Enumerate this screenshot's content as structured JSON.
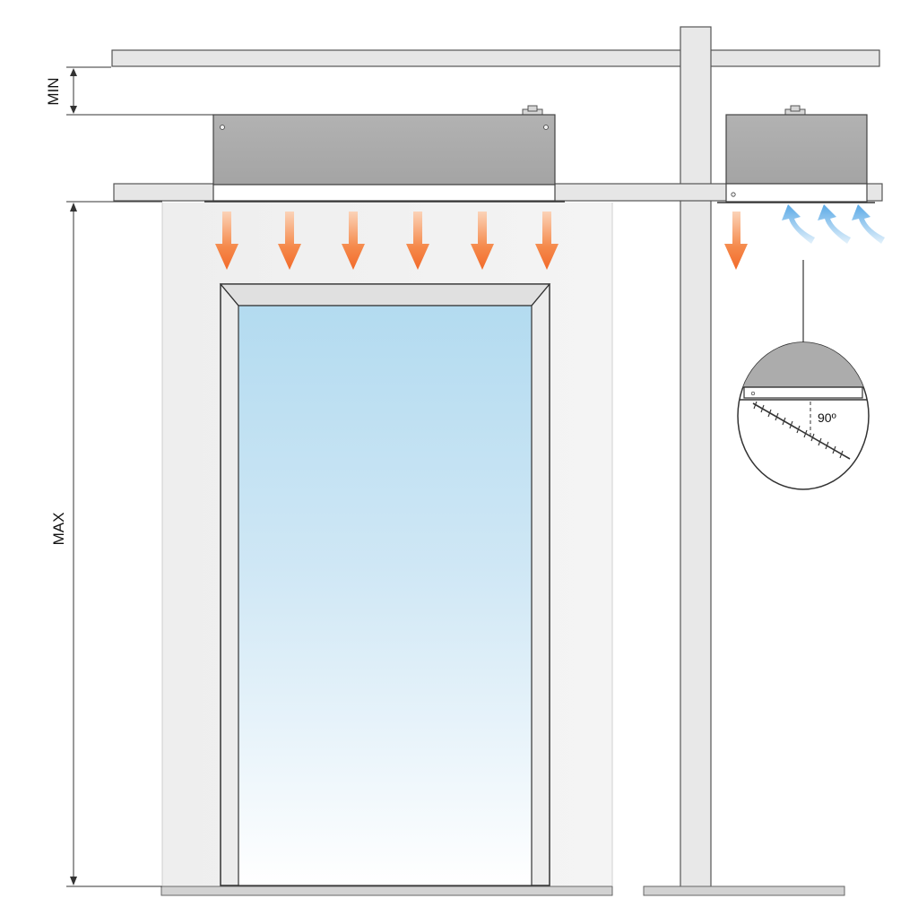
{
  "labels": {
    "min": "MIN",
    "max": "MAX",
    "angle": "90º"
  },
  "colors": {
    "heat_arrow": "#f26a2a",
    "cool_arrow": "#5aa9e6",
    "unit_body": "#a9a9a9",
    "panel": "#e6e6e6",
    "glass_top": "#b3dbf0"
  },
  "icons": {
    "heat_flow": "arrow-down-icon",
    "return_flow": "curved-arrow-up-icon"
  }
}
